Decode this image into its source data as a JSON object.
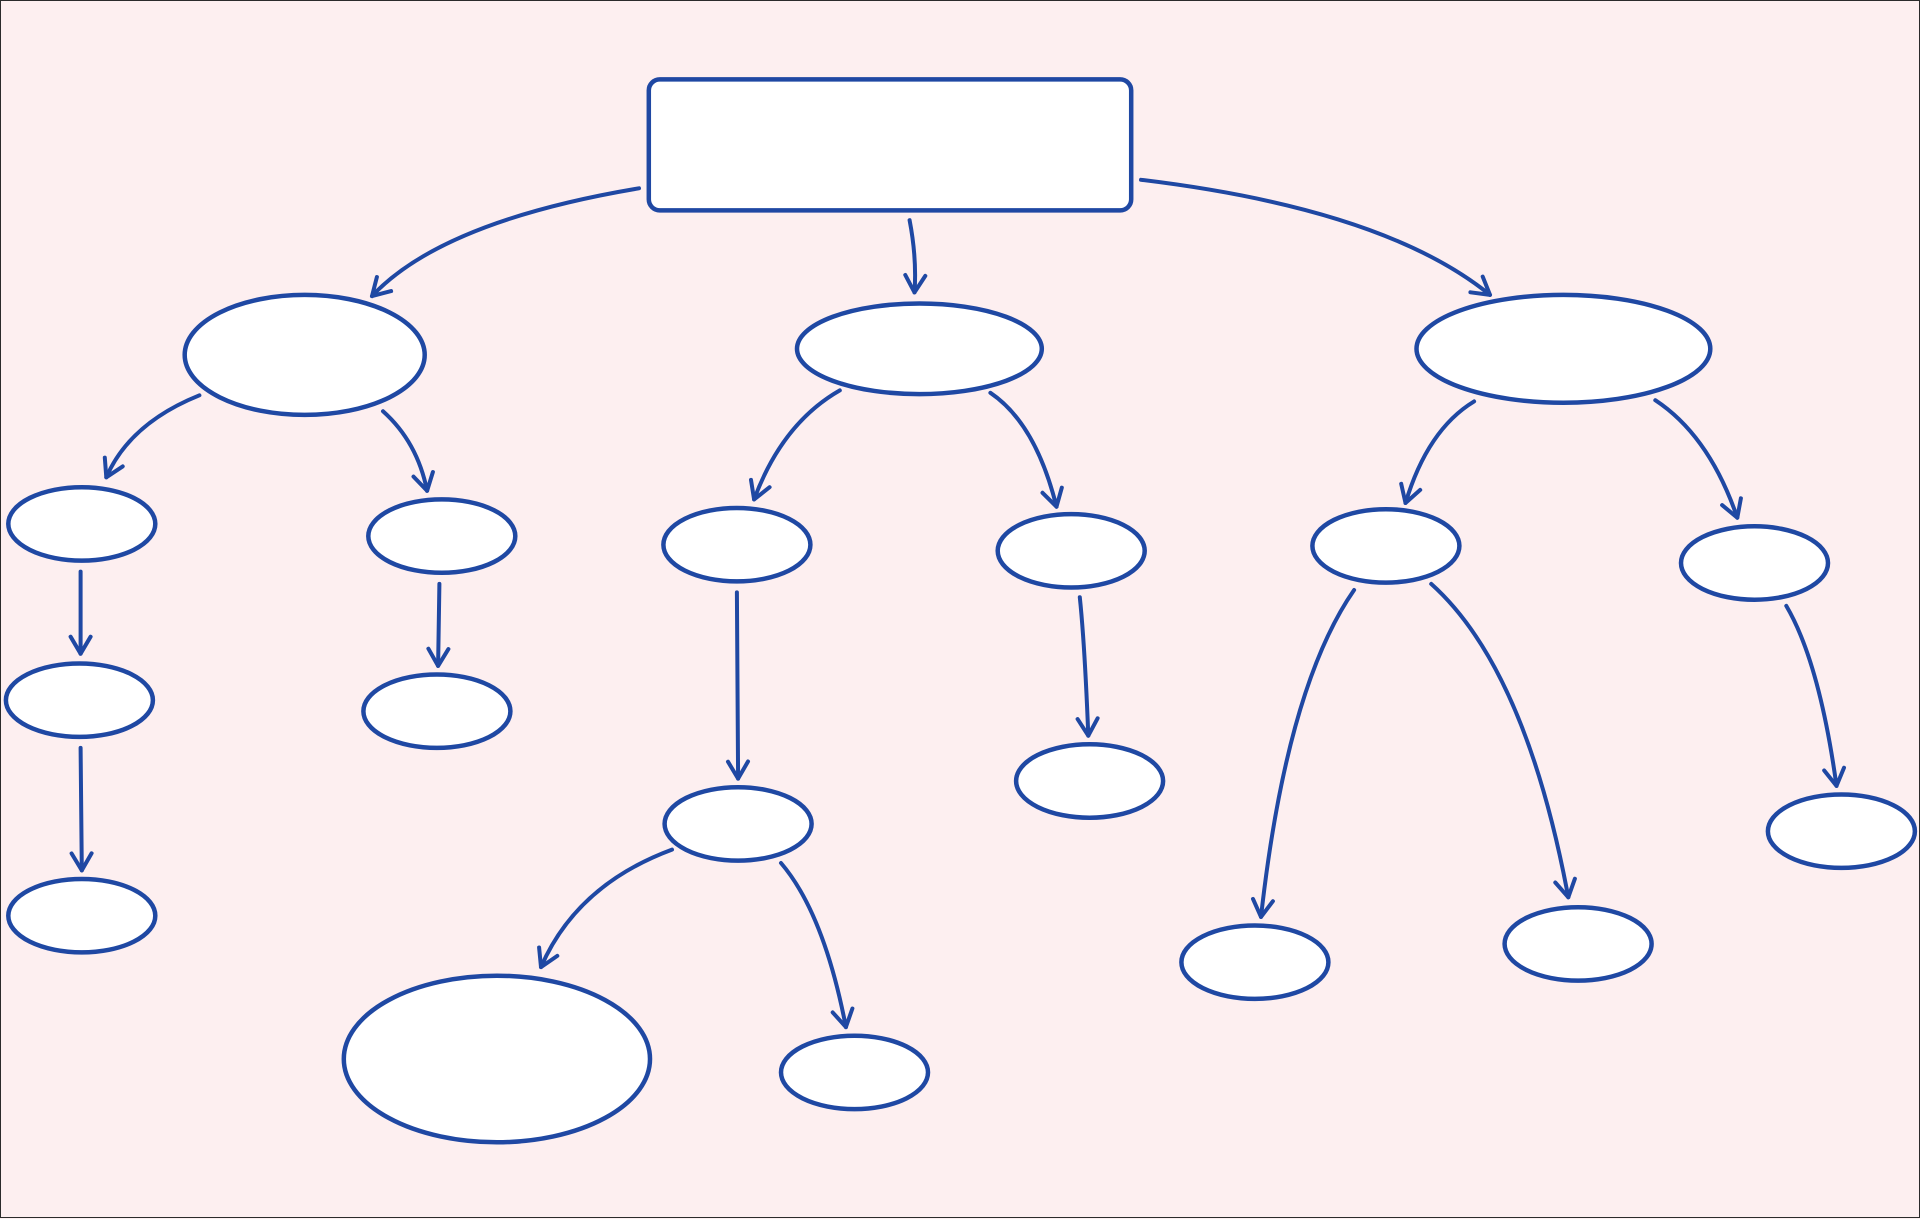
{
  "colors": {
    "background": "#fdeff0",
    "stroke": "#1f48a3",
    "node_fill": "#ffffff"
  },
  "diagram": {
    "type": "tree",
    "nodes": [
      {
        "id": "root",
        "shape": "rounded-rectangle",
        "label": ""
      },
      {
        "id": "n-left",
        "shape": "ellipse",
        "label": ""
      },
      {
        "id": "n-center",
        "shape": "ellipse",
        "label": ""
      },
      {
        "id": "n-right",
        "shape": "ellipse",
        "label": ""
      },
      {
        "id": "n-left-a",
        "shape": "ellipse",
        "label": ""
      },
      {
        "id": "n-left-a-1",
        "shape": "ellipse",
        "label": ""
      },
      {
        "id": "n-left-a-2",
        "shape": "ellipse",
        "label": ""
      },
      {
        "id": "n-left-b",
        "shape": "ellipse",
        "label": ""
      },
      {
        "id": "n-left-b-1",
        "shape": "ellipse",
        "label": ""
      },
      {
        "id": "n-center-a",
        "shape": "ellipse",
        "label": ""
      },
      {
        "id": "n-center-a-1",
        "shape": "ellipse",
        "label": ""
      },
      {
        "id": "n-center-a-1-a",
        "shape": "ellipse",
        "label": ""
      },
      {
        "id": "n-center-a-1-b",
        "shape": "ellipse",
        "label": ""
      },
      {
        "id": "n-center-b",
        "shape": "ellipse",
        "label": ""
      },
      {
        "id": "n-center-b-1",
        "shape": "ellipse",
        "label": ""
      },
      {
        "id": "n-right-a",
        "shape": "ellipse",
        "label": ""
      },
      {
        "id": "n-right-a-1",
        "shape": "ellipse",
        "label": ""
      },
      {
        "id": "n-right-a-2",
        "shape": "ellipse",
        "label": ""
      },
      {
        "id": "n-right-b",
        "shape": "ellipse",
        "label": ""
      },
      {
        "id": "n-right-b-1",
        "shape": "ellipse",
        "label": ""
      }
    ],
    "edges": [
      {
        "from": "root",
        "to": "n-left"
      },
      {
        "from": "root",
        "to": "n-center"
      },
      {
        "from": "root",
        "to": "n-right"
      },
      {
        "from": "n-left",
        "to": "n-left-a"
      },
      {
        "from": "n-left",
        "to": "n-left-b"
      },
      {
        "from": "n-left-a",
        "to": "n-left-a-1"
      },
      {
        "from": "n-left-a-1",
        "to": "n-left-a-2"
      },
      {
        "from": "n-left-b",
        "to": "n-left-b-1"
      },
      {
        "from": "n-center",
        "to": "n-center-a"
      },
      {
        "from": "n-center",
        "to": "n-center-b"
      },
      {
        "from": "n-center-a",
        "to": "n-center-a-1"
      },
      {
        "from": "n-center-a-1",
        "to": "n-center-a-1-a"
      },
      {
        "from": "n-center-a-1",
        "to": "n-center-a-1-b"
      },
      {
        "from": "n-center-b",
        "to": "n-center-b-1"
      },
      {
        "from": "n-right",
        "to": "n-right-a"
      },
      {
        "from": "n-right",
        "to": "n-right-b"
      },
      {
        "from": "n-right-a",
        "to": "n-right-a-1"
      },
      {
        "from": "n-right-a",
        "to": "n-right-a-2"
      },
      {
        "from": "n-right-b",
        "to": "n-right-b-1"
      }
    ]
  }
}
